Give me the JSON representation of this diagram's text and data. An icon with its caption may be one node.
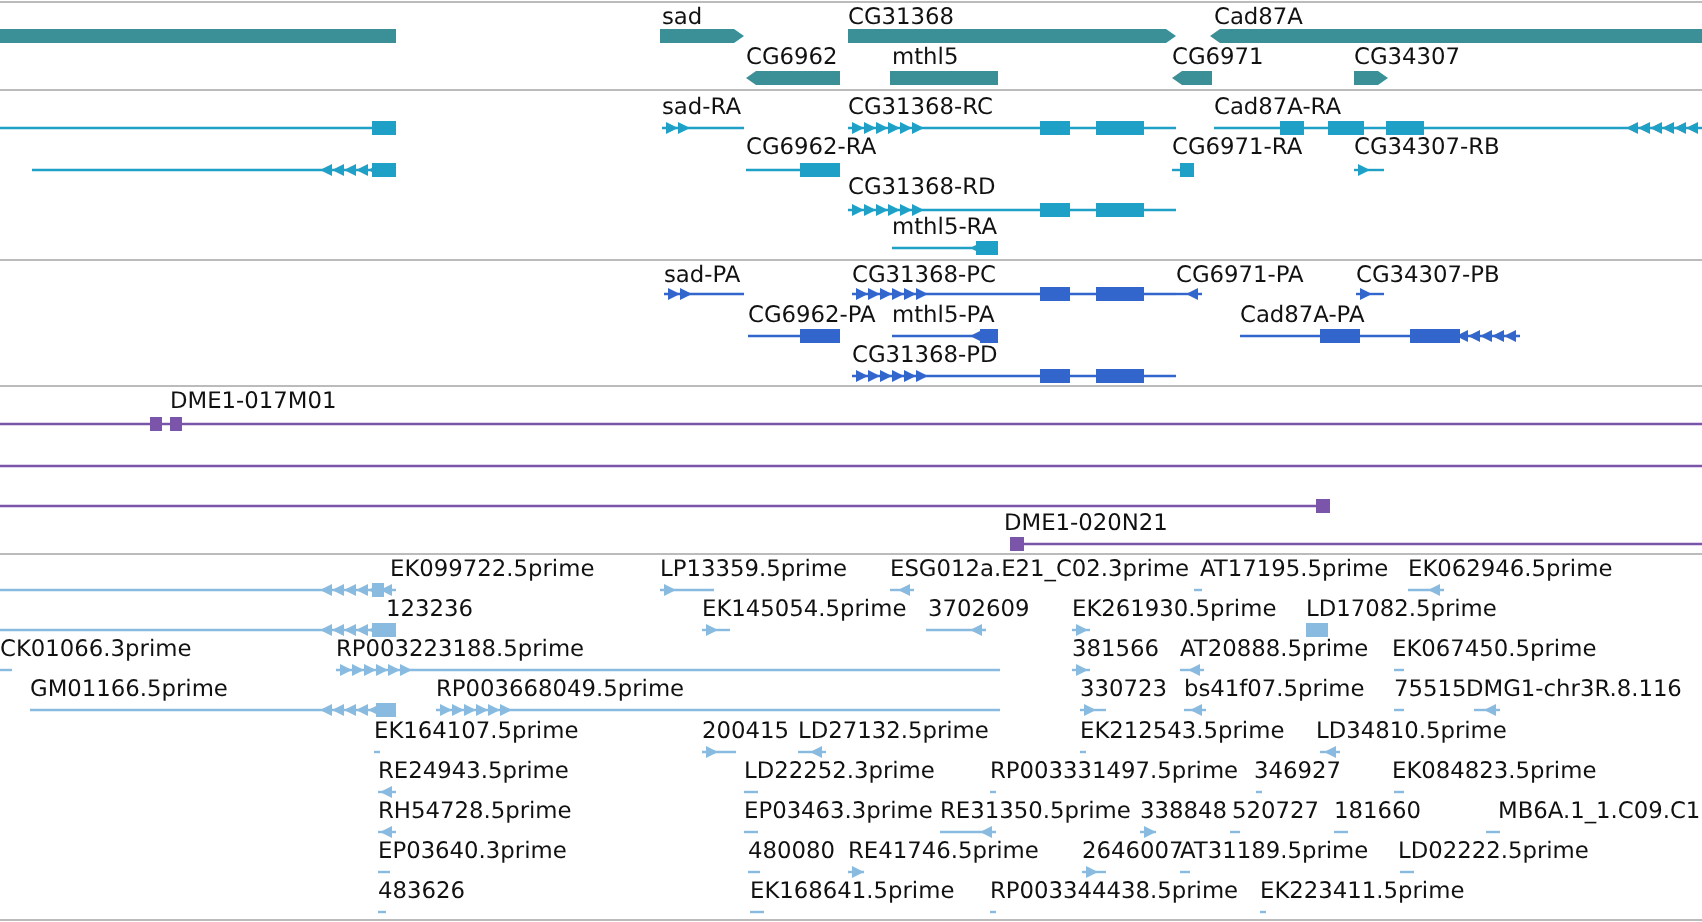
{
  "diagram": {
    "labels": [
      "sad",
      "CG31368",
      "Cad87A",
      "CG6962",
      "mthl5",
      "CG6971",
      "CG34307",
      "sad-RA",
      "CG31368-RC",
      "Cad87A-RA",
      "CG6962-RA",
      "CG6971-RA",
      "CG34307-RB",
      "CG31368-RD",
      "mthl5-RA",
      "sad-PA",
      "CG31368-PC",
      "CG6971-PA",
      "CG34307-PB",
      "CG6962-PA",
      "mthl5-PA",
      "Cad87A-PA",
      "CG31368-PD",
      "DME1-017M01",
      "DME1-020N21",
      "EK099722.5prime",
      "LP13359.5prime",
      "ESG012a.E21_C02.3prime",
      "AT17195.5prime",
      "EK062946.5prime",
      "123236",
      "EK145054.5prime",
      "3702609",
      "EK261930.5prime",
      "LD17082.5prime",
      "CK01066.3prime",
      "RP003223188.5prime",
      "381566",
      "AT20888.5prime",
      "EK067450.5prime",
      "GM01166.5prime",
      "RP003668049.5prime",
      "330723",
      "bs41f07.5prime",
      "75515",
      "DMG1-chr3R.8.116",
      "EK164107.5prime",
      "200415",
      "LD27132.5prime",
      "EK212543.5prime",
      "LD34810.5prime",
      "RE24943.5prime",
      "LD22252.3prime",
      "RP003331497.5prime",
      "346927",
      "EK084823.5prime",
      "RH54728.5prime",
      "EP03463.3prime",
      "RE31350.5prime",
      "338848",
      "520727",
      "181660",
      "MB6A.1_1.C09.C1",
      "EP03640.3prime",
      "480080",
      "RE41746.5prime",
      "2646007",
      "AT31189.5prime",
      "LD02222.5prime",
      "483626",
      "EK168641.5prime",
      "RP003344438.5prime",
      "EK223411.5prime"
    ]
  }
}
